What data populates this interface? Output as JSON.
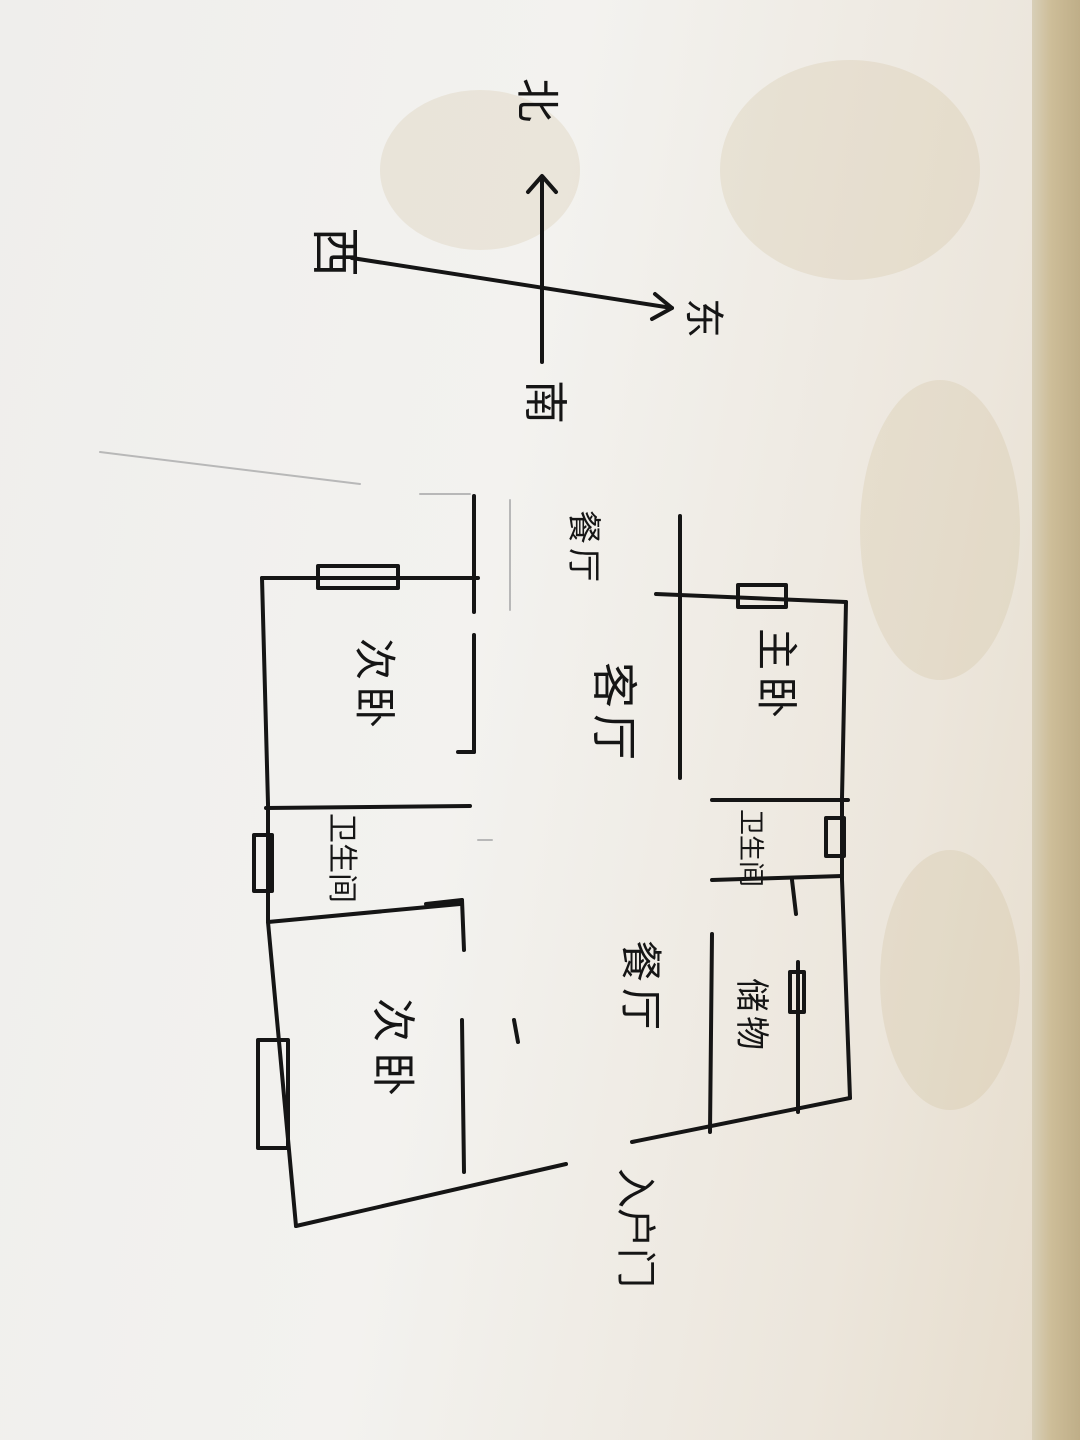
{
  "compass": {
    "north": "北",
    "south": "南",
    "west": "西",
    "east": "东"
  },
  "rooms": {
    "canteen": "餐厅",
    "living": "客厅",
    "bedroom_tl": "次卧",
    "bedroom_tr": "主卧",
    "bathroom_left": "卫生间",
    "bathroom_right": "卫生间",
    "hall": "餐厅",
    "storage": "储物",
    "bedroom_bl": "次卧",
    "entrance": "入户门"
  },
  "colors": {
    "ink": "#151515",
    "paper": "#f1f0ed",
    "stain": "#c4aa78"
  }
}
